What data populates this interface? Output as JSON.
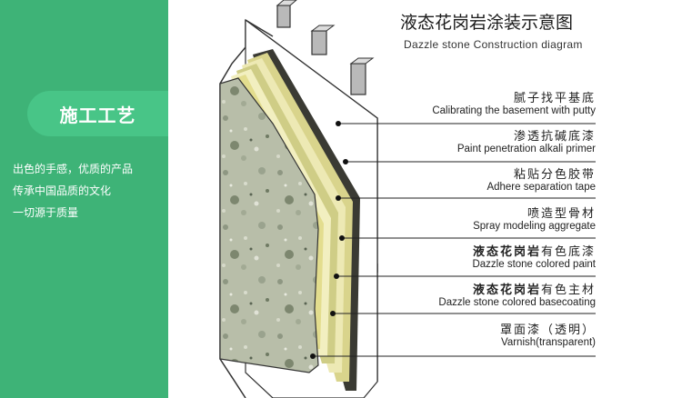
{
  "left": {
    "title": "施工工艺",
    "lines": [
      "出色的手感，优质的产品",
      "传承中国品质的文化",
      "一切源于质量"
    ]
  },
  "header": {
    "title_zh": "液态花岗岩涂装示意图",
    "title_en": "Dazzle stone Construction diagram"
  },
  "layers": [
    {
      "zh": "腻子找平基底",
      "zh_bold": "",
      "en": "Calibrating the basement with putty"
    },
    {
      "zh": "渗透抗碱底漆",
      "zh_bold": "",
      "en": "Paint penetration alkali primer"
    },
    {
      "zh": "粘贴分色胶带",
      "zh_bold": "",
      "en": "Adhere separation tape"
    },
    {
      "zh": "喷造型骨材",
      "zh_bold": "",
      "en": "Spray modeling aggregate"
    },
    {
      "zh": "有色底漆",
      "zh_bold": "液态花岗岩",
      "en": "Dazzle stone colored paint"
    },
    {
      "zh": "有色主材",
      "zh_bold": "液态花岗岩",
      "en": "Dazzle stone colored basecoating"
    },
    {
      "zh": "罩面漆（透明）",
      "zh_bold": "",
      "en": "Varnish(transparent)"
    }
  ],
  "colors": {
    "green": "#3eb377",
    "green_light": "#48c587",
    "stone": "#b5bba8",
    "cream": "#f2efc0",
    "yellow": "#e3dd8e",
    "olive": "#cfcd86",
    "dark": "#3a3a33"
  }
}
